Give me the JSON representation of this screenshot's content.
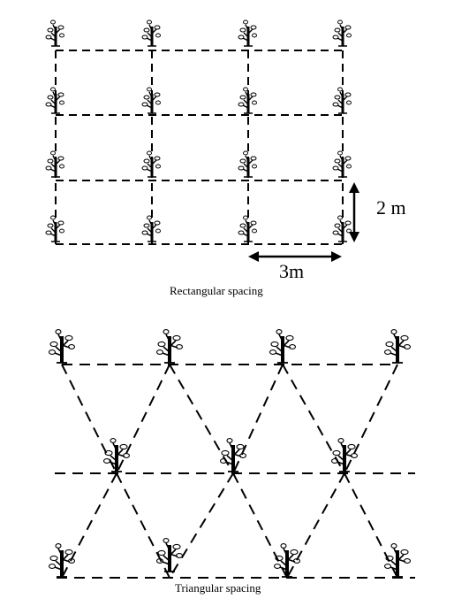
{
  "rectangular": {
    "caption": "Rectangular spacing",
    "row_spacing_label": "2 m",
    "column_spacing_label": "3m",
    "rows": 4,
    "columns": 4
  },
  "triangular": {
    "caption": "Triangular spacing",
    "rows": [
      {
        "trees": 4
      },
      {
        "trees": 3
      },
      {
        "trees": 4
      }
    ]
  },
  "colors": {
    "ink": "#000000",
    "background": "#ffffff"
  },
  "icons": {
    "tree": "tree-icon",
    "arrow": "double-arrow-icon"
  }
}
